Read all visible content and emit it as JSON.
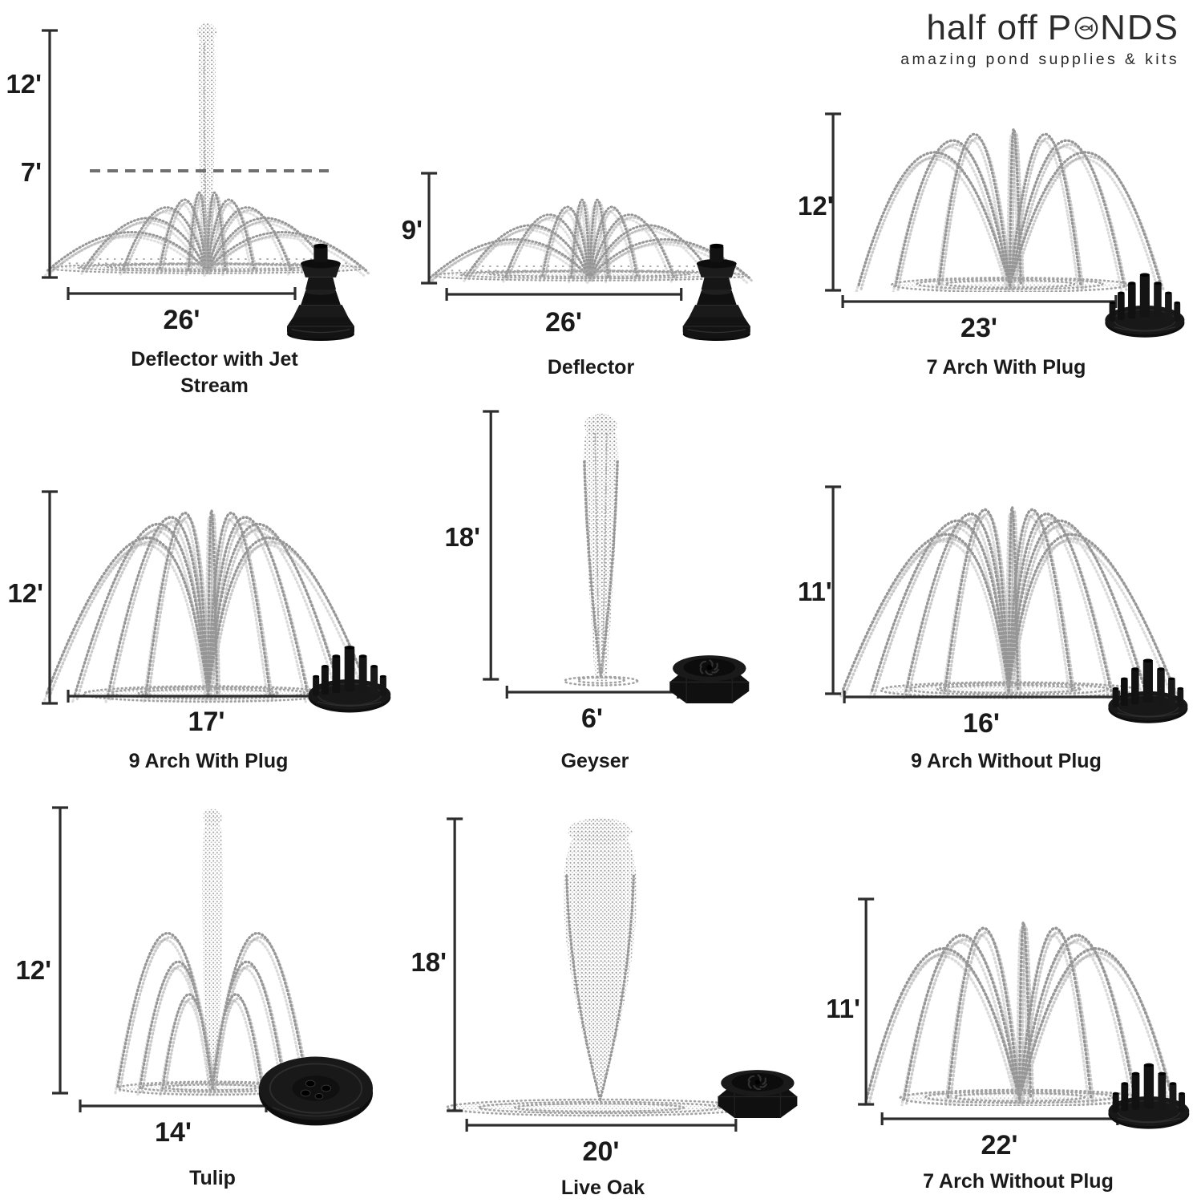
{
  "logo": {
    "brand_first": "half off",
    "brand_p": "P",
    "brand_rest": "NDS",
    "tagline": "amazing pond supplies & kits"
  },
  "panels": [
    {
      "name": "Deflector with Jet Stream",
      "height": "12'",
      "mid_height": "7'",
      "width": "26'",
      "nozzle": "deflector-nozzle"
    },
    {
      "name": "Deflector",
      "height": "9'",
      "width": "26'",
      "nozzle": "deflector-nozzle"
    },
    {
      "name": "7 Arch With Plug",
      "height": "12'",
      "width": "23'",
      "nozzle": "multi-tier-nozzle"
    },
    {
      "name": "9 Arch With Plug",
      "height": "12'",
      "width": "17'",
      "nozzle": "multi-tier-nozzle"
    },
    {
      "name": "Geyser",
      "height": "18'",
      "width": "6'",
      "nozzle": "octagon-geyser-nozzle"
    },
    {
      "name": "9 Arch Without Plug",
      "height": "11'",
      "width": "16'",
      "nozzle": "multi-tier-nozzle"
    },
    {
      "name": "Tulip",
      "height": "12'",
      "width": "14'",
      "nozzle": "flat-disc-nozzle"
    },
    {
      "name": "Live Oak",
      "height": "18'",
      "width": "20'",
      "nozzle": "octagon-geyser-nozzle"
    },
    {
      "name": "7 Arch Without Plug",
      "height": "11'",
      "width": "22'",
      "nozzle": "multi-tier-nozzle"
    }
  ]
}
